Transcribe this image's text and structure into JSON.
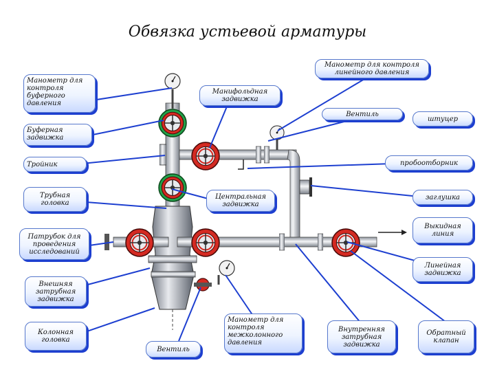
{
  "title": "Обвязка устьевой арматуры",
  "labels": {
    "buffer_gauge": "Манометр для\nконтроля\nбуферного\nдавления",
    "line_gauge": "Манометр для контроля\nлинейного давления",
    "manifold_valve": "Манифольдная\nзадвижка",
    "ventil_top": "Вентиль",
    "shtutser": "штуцер",
    "buffer_valve": "Буферная\nзадвижка",
    "tee": "Тройник",
    "sampler": "пробоотборник",
    "tubing_head": "Трубная\nголовка",
    "central_valve": "Центральная\nзадвижка",
    "plug": "заглушка",
    "outlet_line": "Выкидная\nлиния",
    "research_pipe": "Патрубок для\nпроведения\nисследований",
    "line_valve": "Линейная\nзадвижка",
    "annular_valve": "Внешняя\nзатрубная\nзадвижка",
    "casing_head": "Колонная\nголовка",
    "ventil_bottom": "Вентиль",
    "intercasing_gauge": "Манометр для\nконтроля\nмежколонного\nдавления",
    "inner_annular_valve": "Внутренняя\nзатрубная\nзадвижка",
    "check_valve": "Обратный\nклапан"
  },
  "colors": {
    "callout_shadow": "#1d3fd0",
    "pipe": "#c9ced6",
    "valve_red": "#d42a22",
    "valve_green": "#22a24a"
  }
}
